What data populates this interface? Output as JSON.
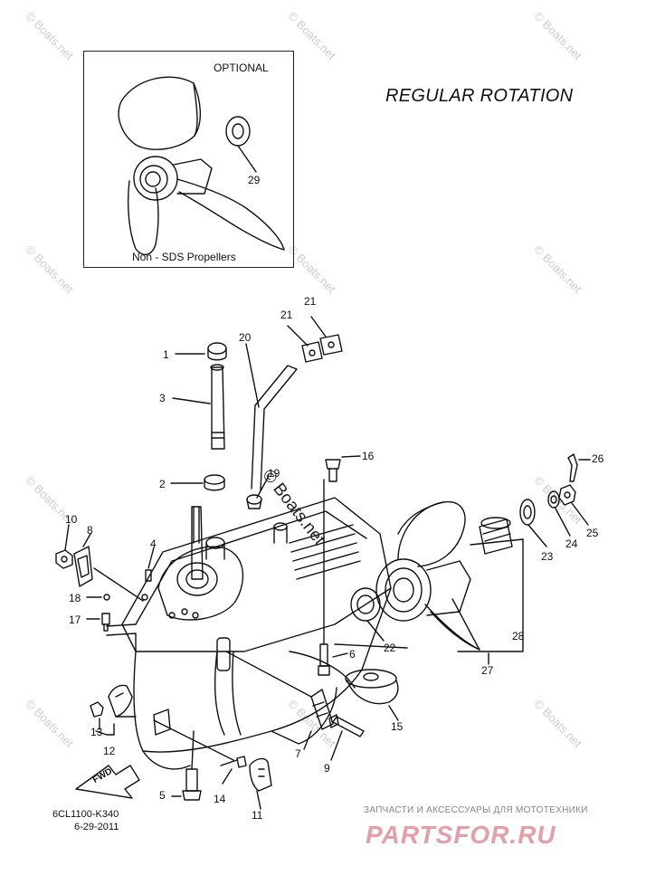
{
  "diagram": {
    "title": "REGULAR ROTATION",
    "optional_box": {
      "label": "OPTIONAL",
      "caption": "Non - SDS Propellers",
      "part_number": "29"
    },
    "part_labels": [
      "1",
      "2",
      "3",
      "4",
      "5",
      "6",
      "7",
      "8",
      "9",
      "10",
      "11",
      "12",
      "13",
      "14",
      "15",
      "16",
      "17",
      "18",
      "19",
      "20",
      "21",
      "21",
      "22",
      "23",
      "24",
      "25",
      "26",
      "27",
      "28"
    ],
    "diagram_code": "6CL1100-K340",
    "diagram_date": "6-29-2011",
    "watermark": "© Boats.net",
    "overlay_watermark": "© Boats.net"
  },
  "shop": {
    "tagline": "ЗАПЧАСТИ И АКСЕССУАРЫ ДЛЯ МОТОТЕХНИКИ",
    "logo": "PARTSFOR.RU"
  },
  "colors": {
    "ink": "#111111",
    "watermark": "#cfcfcf",
    "logo": "#e4a0a8"
  }
}
